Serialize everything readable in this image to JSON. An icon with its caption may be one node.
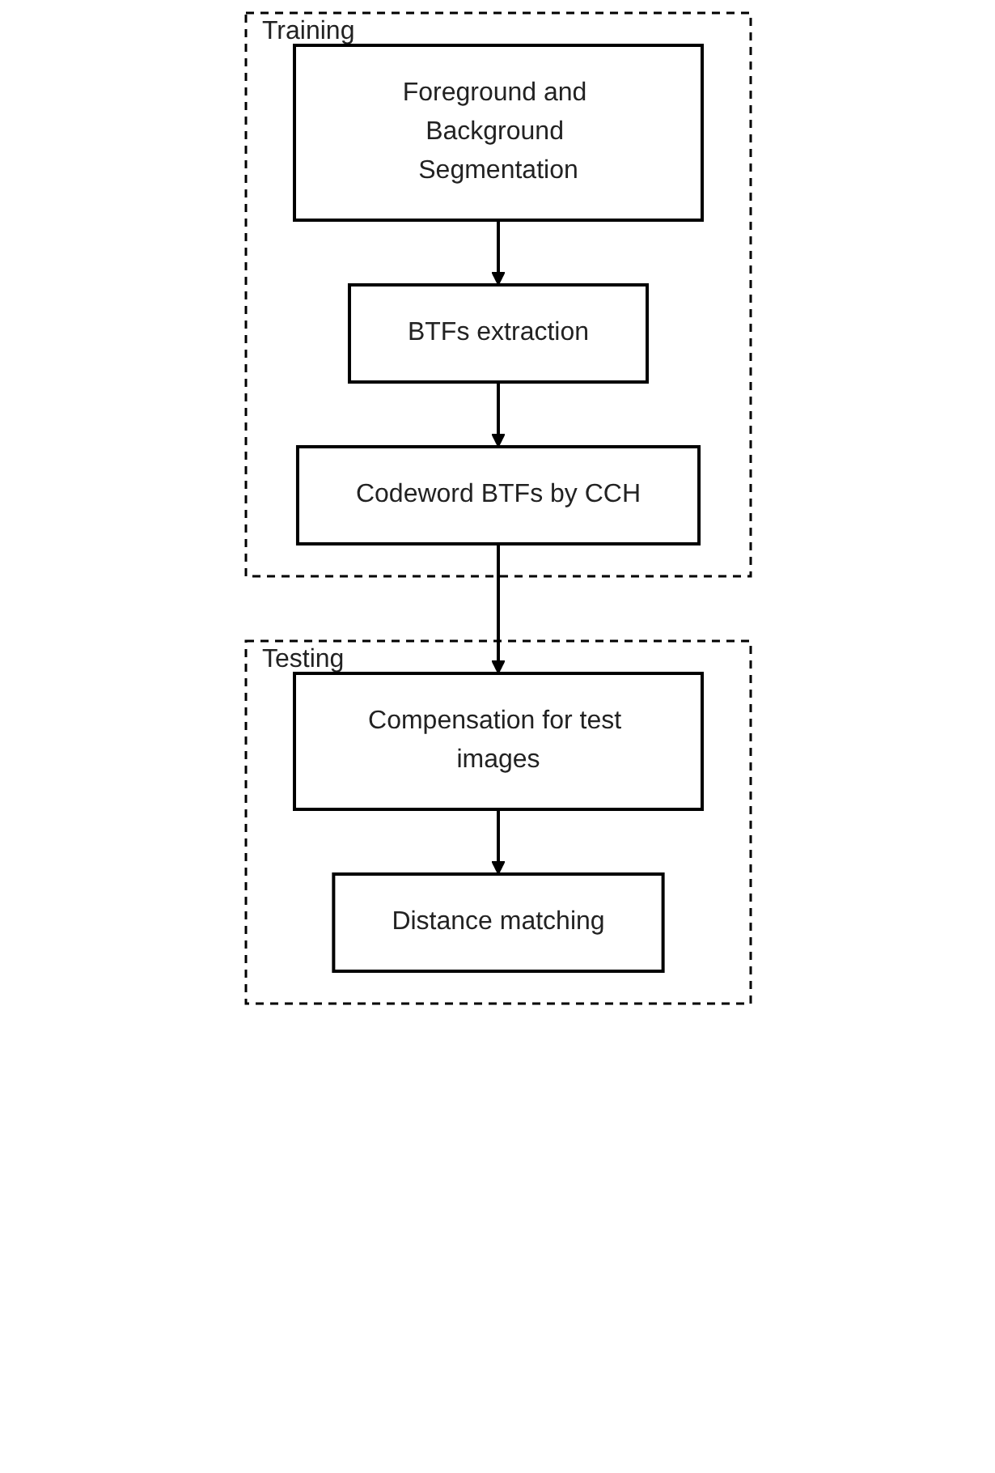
{
  "diagram": {
    "nodes": [
      {
        "text": [
          "Training"
        ]
      },
      {
        "text": [
          "Foreground and Background Segmentation"
        ],
        "in": 0
      },
      {
        "text": [
          "BTFs extraction"
        ],
        "in": 0
      },
      {
        "text": [
          "Codeword BTFs by CCH"
        ],
        "in": 0
      },
      {
        "text": [
          "Testing"
        ]
      },
      {
        "text": [
          "Compensation for test images"
        ],
        "in": 4
      },
      {
        "text": [
          "Distance matching"
        ],
        "in": 4
      }
    ],
    "edges": [
      {
        "from": 1,
        "to": 2,
        "arrow": "to"
      },
      {
        "from": 2,
        "to": 3,
        "arrow": "to"
      },
      {
        "from": 3,
        "to": 5,
        "arrow": "to"
      },
      {
        "from": 5,
        "to": 6,
        "arrow": "to"
      }
    ]
  }
}
